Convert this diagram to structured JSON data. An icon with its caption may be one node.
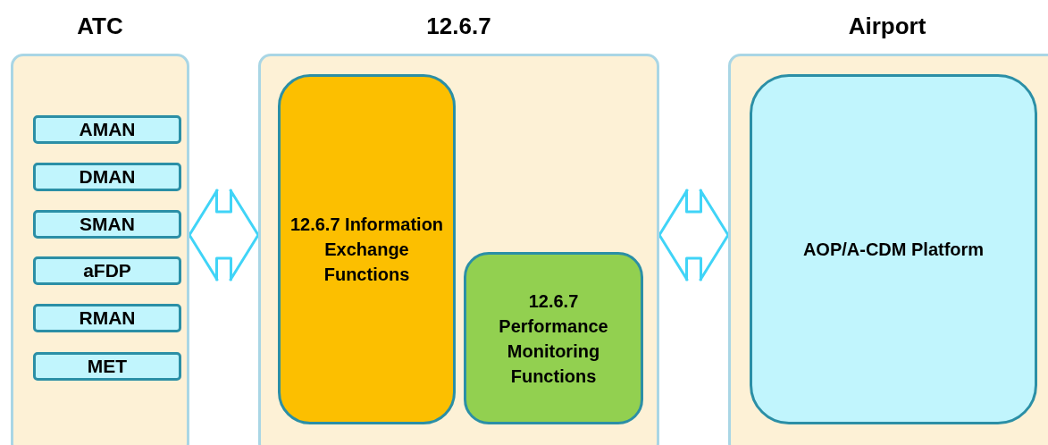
{
  "diagram": {
    "nodes": [
      {
        "text": [
          "ATC"
        ]
      },
      {
        "text": [
          "AMAN"
        ],
        "in": 0
      },
      {
        "text": [
          "DMAN"
        ],
        "in": 0
      },
      {
        "text": [
          "SMAN"
        ],
        "in": 0
      },
      {
        "text": [
          "aFDP"
        ],
        "in": 0
      },
      {
        "text": [
          "RMAN"
        ],
        "in": 0
      },
      {
        "text": [
          "MET"
        ],
        "in": 0
      },
      {
        "text": [
          "12.6.7"
        ]
      },
      {
        "text": [
          "12.6.7 Information Exchange Functions"
        ],
        "in": 7
      },
      {
        "text": [
          "12.6.7 Performance Monitoring Functions"
        ],
        "in": 7
      },
      {
        "text": [
          "Airport"
        ]
      },
      {
        "text": [
          "AOP/A-CDM Platform"
        ],
        "in": 10
      }
    ],
    "edges": [
      {
        "from": 0,
        "to": 7,
        "arrow": "both"
      },
      {
        "from": 7,
        "to": 10,
        "arrow": "both"
      }
    ]
  }
}
